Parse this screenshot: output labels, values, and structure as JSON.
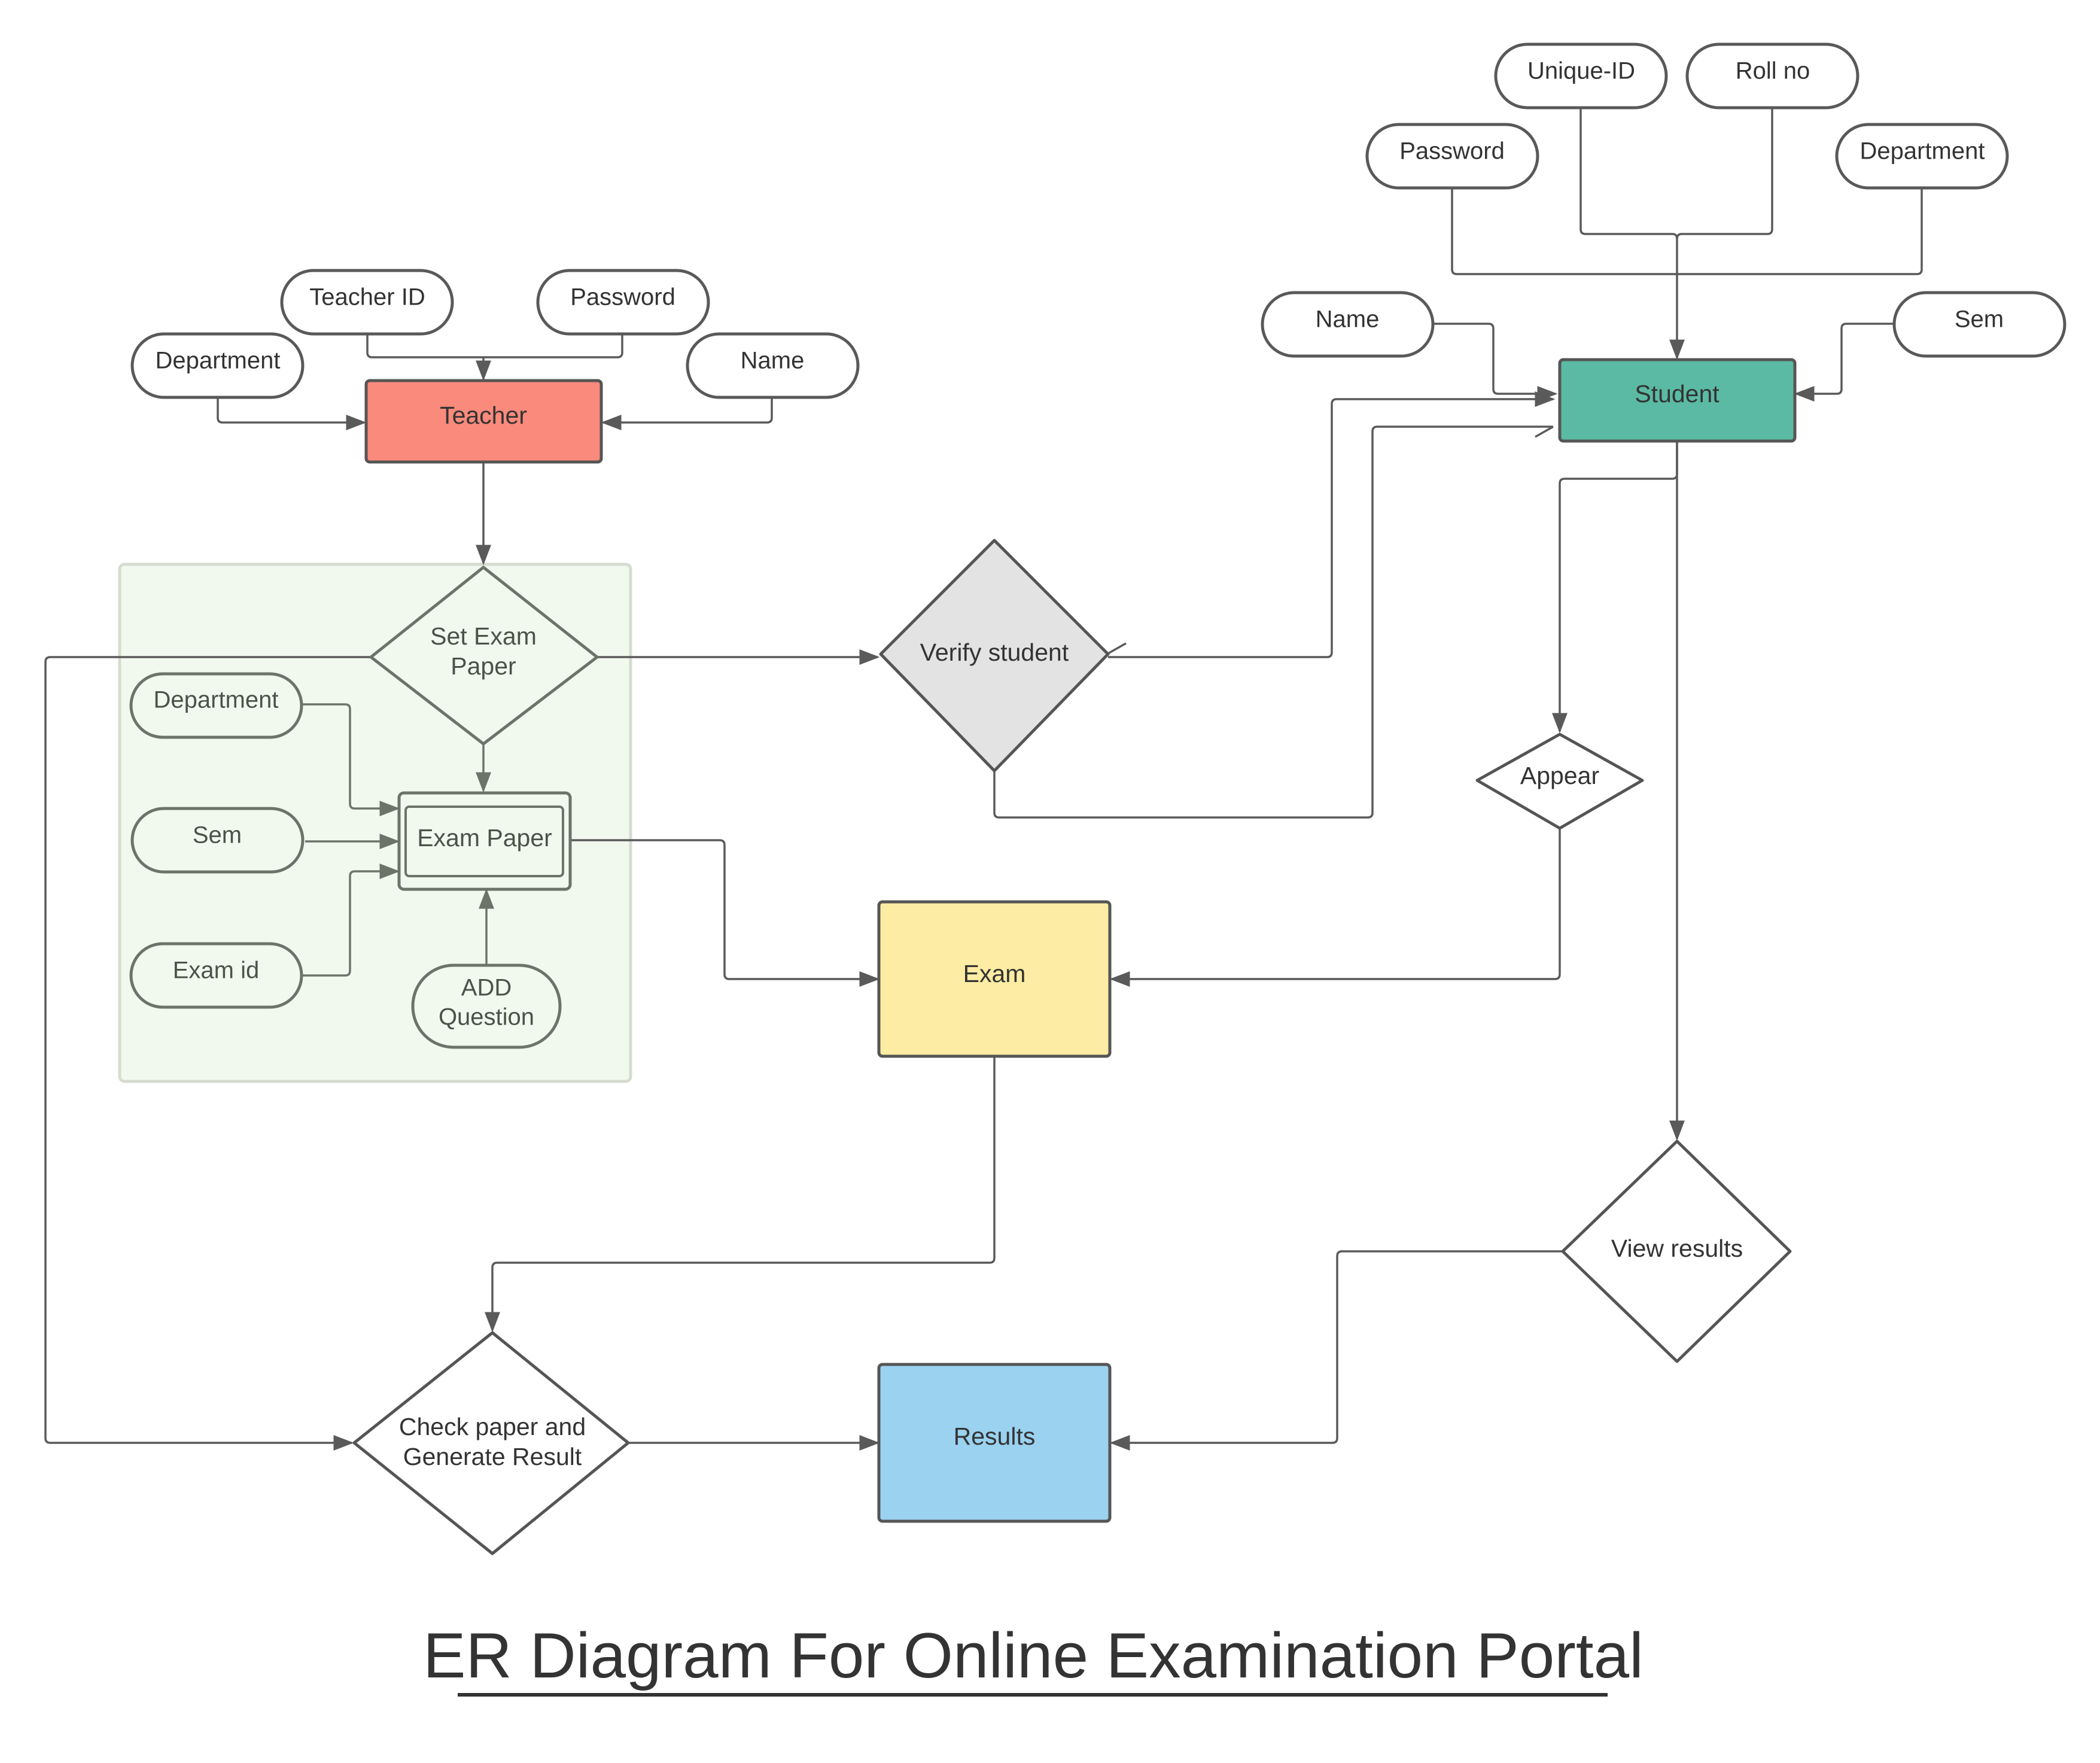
{
  "title": "ER Diagram For Online Examination Portal",
  "entities": {
    "teacher": "Teacher",
    "student": "Student",
    "exam": "Exam",
    "results": "Results",
    "exam_paper": "Exam Paper"
  },
  "relationships": {
    "set_exam_paper": [
      "Set Exam",
      "Paper"
    ],
    "verify_student": "Verify student",
    "appear": "Appear",
    "view_results": "View results",
    "check_paper": [
      "Check paper and",
      "Generate Result"
    ]
  },
  "teacher_attributes": {
    "teacher_id": "Teacher ID",
    "password": "Password",
    "department": "Department",
    "name": "Name"
  },
  "student_attributes": {
    "unique_id": "Unique-ID",
    "roll_no": "Roll no",
    "password": "Password",
    "department": "Department",
    "name": "Name",
    "sem": "Sem"
  },
  "exam_paper_attributes": {
    "department": "Department",
    "sem": "Sem",
    "exam_id": "Exam id",
    "add_question": [
      "ADD",
      "Question"
    ]
  },
  "colors": {
    "teacher": "#fa8a7c",
    "student": "#5bbaa3",
    "exam": "#fdeca3",
    "results": "#9ad2f0",
    "verify": "#e3e3e3",
    "group_bg": "#f1f8ee",
    "group_border": "#d5dccf"
  }
}
